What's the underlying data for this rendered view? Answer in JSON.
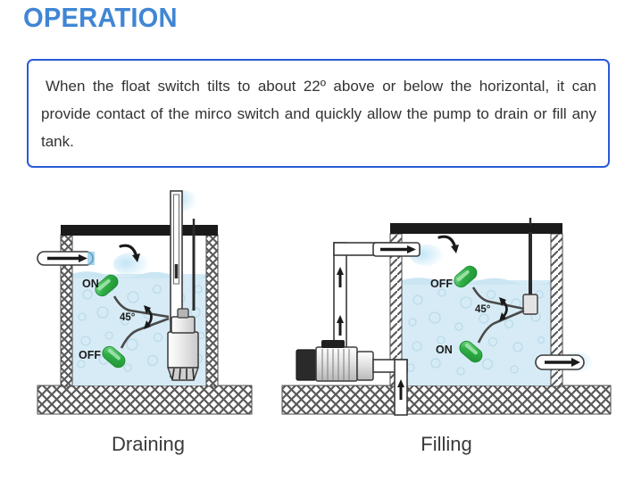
{
  "header": {
    "title": "OPERATION",
    "title_color": "#4086d4"
  },
  "description": {
    "text": " When the float switch tilts to about 22º above or below the horizontal, it can provide contact of the mirco switch and quickly allow the pump to drain or fill any tank.",
    "border_color": "#2a5bd7",
    "text_color": "#333333"
  },
  "figures": [
    {
      "id": "draining",
      "caption": "Draining",
      "labels": {
        "top_switch_state": "ON",
        "angle": "45°",
        "bottom_switch_state": "OFF"
      }
    },
    {
      "id": "filling",
      "caption": "Filling",
      "labels": {
        "top_switch_state": "OFF",
        "angle": "45°",
        "bottom_switch_state": "ON"
      }
    }
  ],
  "colors": {
    "water": "#d6ebf5",
    "water_line": "#bcdcea",
    "bubble": "#c2e0ee",
    "float_green": "#33b24d",
    "float_green_light": "#7ed98e",
    "slab_black": "#1a1a1a",
    "wall_gray": "#555555",
    "spray_blue": "#a9d8f0",
    "caption_color": "#3a3a3a",
    "outline": "#3b3b3b"
  }
}
